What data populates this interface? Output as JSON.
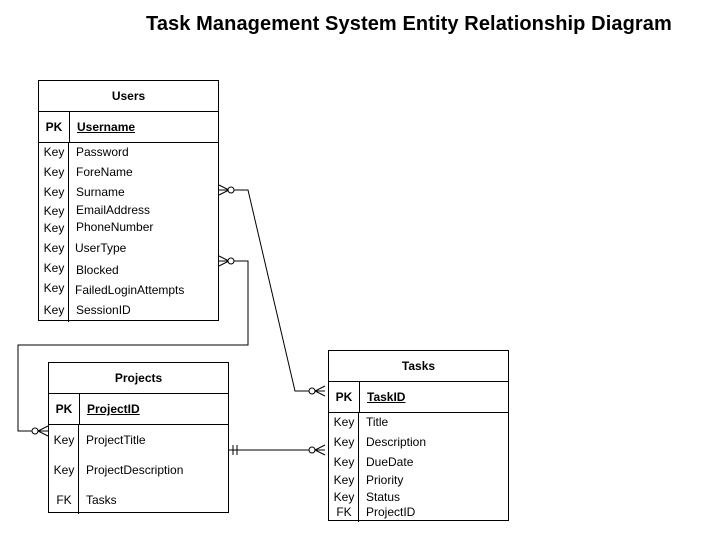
{
  "diagram": {
    "title": "Task Management System Entity Relationship Diagram",
    "entities": {
      "users": {
        "name": "Users",
        "pk_label": "PK",
        "pk_field": "Username",
        "attributes": [
          {
            "key": "Key",
            "name": "Password"
          },
          {
            "key": "Key",
            "name": "ForeName"
          },
          {
            "key": "Key",
            "name": "Surname"
          },
          {
            "key": "Key",
            "name": "EmailAddress"
          },
          {
            "key": "Key",
            "name": "PhoneNumber"
          },
          {
            "key": "Key",
            "name": "UserType"
          },
          {
            "key": "Key",
            "name": "Blocked"
          },
          {
            "key": "Key",
            "name": "FailedLoginAttempts"
          },
          {
            "key": "Key",
            "name": "SessionID"
          }
        ]
      },
      "projects": {
        "name": "Projects",
        "pk_label": "PK",
        "pk_field": "ProjectID",
        "attributes": [
          {
            "key": "Key",
            "name": "ProjectTitle"
          },
          {
            "key": "Key",
            "name": "ProjectDescription"
          },
          {
            "key": "FK",
            "name": "Tasks"
          }
        ]
      },
      "tasks": {
        "name": "Tasks",
        "pk_label": "PK",
        "pk_field": "TaskID",
        "attributes": [
          {
            "key": "Key",
            "name": "Title"
          },
          {
            "key": "Key",
            "name": "Description"
          },
          {
            "key": "Key",
            "name": "DueDate"
          },
          {
            "key": "Key",
            "name": "Priority"
          },
          {
            "key": "Key",
            "name": "Status"
          },
          {
            "key": "FK",
            "name": "ProjectID"
          }
        ]
      }
    },
    "relationships": [
      {
        "from": "Users",
        "to": "Tasks",
        "from_end": "zero-or-many",
        "to_end": "zero-or-many"
      },
      {
        "from": "Users",
        "to": "Projects",
        "from_end": "zero-or-many",
        "to_end": "zero-or-many"
      },
      {
        "from": "Projects",
        "to": "Tasks",
        "from_end": "exactly-one",
        "to_end": "zero-or-many"
      }
    ]
  }
}
